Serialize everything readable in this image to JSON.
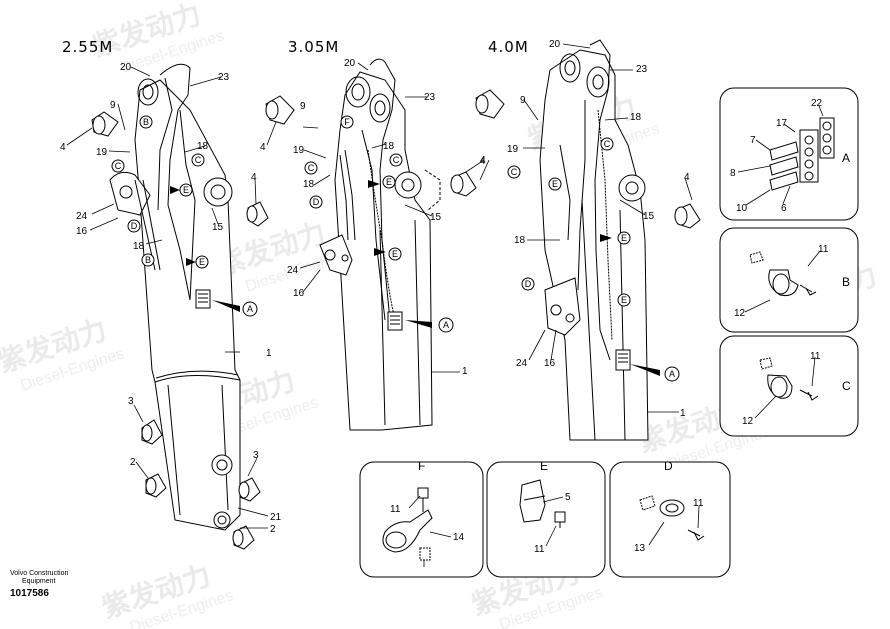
{
  "section_titles": [
    "2.55M",
    "3.05M",
    "4.0M"
  ],
  "detail_titles": [
    "A",
    "B",
    "C",
    "F",
    "E",
    "D"
  ],
  "part_numbers": [
    "1",
    "2",
    "3",
    "4",
    "5",
    "6",
    "7",
    "8",
    "9",
    "10",
    "11",
    "12",
    "13",
    "14",
    "15",
    "16",
    "17",
    "18",
    "19",
    "20",
    "21",
    "22",
    "23",
    "24"
  ],
  "callout_letters": [
    "A",
    "B",
    "C",
    "D",
    "E",
    "F"
  ],
  "footer": {
    "company_line1": "Volvo Construction",
    "company_line2": "Equipment",
    "part_id": "1017586"
  },
  "watermark": {
    "cn": "紫发动力",
    "en": "Diesel-Engines"
  }
}
